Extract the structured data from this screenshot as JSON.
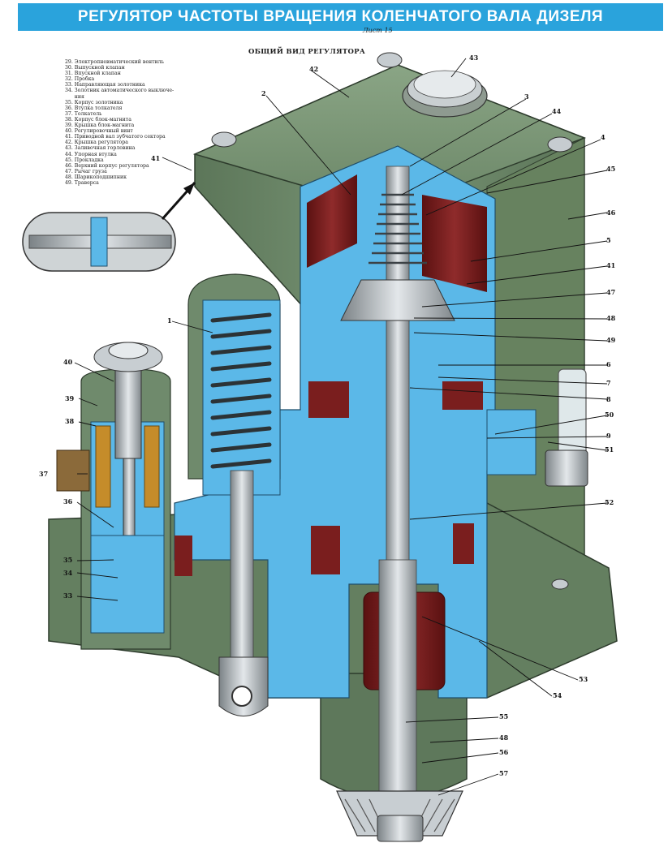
{
  "title": "РЕГУЛЯТОР ЧАСТОТЫ ВРАЩЕНИЯ  КОЛЕНЧАТОГО ВАЛА ДИЗЕЛЯ",
  "sheet": "Лист 15",
  "subtitle": "ОБЩИЙ ВИД РЕГУЛЯТОРА",
  "legend": [
    "29. Электропневматический вентиль",
    "30. Выпускной клапан",
    "31. Впускной клапан",
    "32. Пробка",
    "33. Направляющая золотника",
    "34. Золотник автоматического выключе-",
    "      ния",
    "35. Корпус золотника",
    "36. Втулка толкателя",
    "37. Толкатель",
    "38. Корпус блок-магнита",
    "39. Крышка блок-магнита",
    "40. Регулировочный винт",
    "41. Приводной вал зубчатого сектора",
    "42. Крышка регулятора",
    "43. Заливочная горловина",
    "44. Упорная втулка",
    "45. Прокладка",
    "46. Верхний корпус регулятора",
    "47. Рычаг груза",
    "48. Шарикоподшипник",
    "49. Траверса"
  ],
  "labels": {
    "l42": "42",
    "l43": "43",
    "l2": "2",
    "l3": "3",
    "l44": "44",
    "l4": "4",
    "l45": "45",
    "l46": "46",
    "l41a": "41",
    "l41b": "41",
    "l5": "5",
    "l47": "47",
    "l48a": "48",
    "l49": "49",
    "l6": "6",
    "l7": "7",
    "l8": "8",
    "l50": "50",
    "l9": "9",
    "l51": "51",
    "l52": "52",
    "l1": "1",
    "l40": "40",
    "l39": "39",
    "l38": "38",
    "l37": "37",
    "l36": "36",
    "l35": "35",
    "l34": "34",
    "l33": "33",
    "l53": "53",
    "l54": "54",
    "l55": "55",
    "l48b": "48",
    "l56": "56",
    "l57": "57"
  },
  "colors": {
    "title_bar": "#2aa3dc",
    "housing_green": "#6f8a6c",
    "housing_dark": "#4f664d",
    "section_blue": "#5bb8e8",
    "cavity_red": "#7a1e1e",
    "steel": "#b8bec2"
  }
}
